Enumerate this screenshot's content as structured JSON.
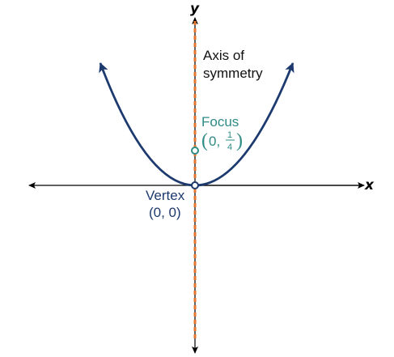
{
  "axes": {
    "x_label": "x",
    "y_label": "y"
  },
  "axis_of_symmetry": {
    "line1": "Axis of",
    "line2": "symmetry",
    "color": "#e8742c"
  },
  "focus": {
    "label": "Focus",
    "coord_x": "0,",
    "frac_num": "1",
    "frac_den": "4",
    "color": "#2e8b85"
  },
  "vertex": {
    "label": "Vertex",
    "coords": "(0, 0)",
    "color": "#1d3a6e"
  },
  "curve": {
    "color": "#1d3a6e"
  }
}
